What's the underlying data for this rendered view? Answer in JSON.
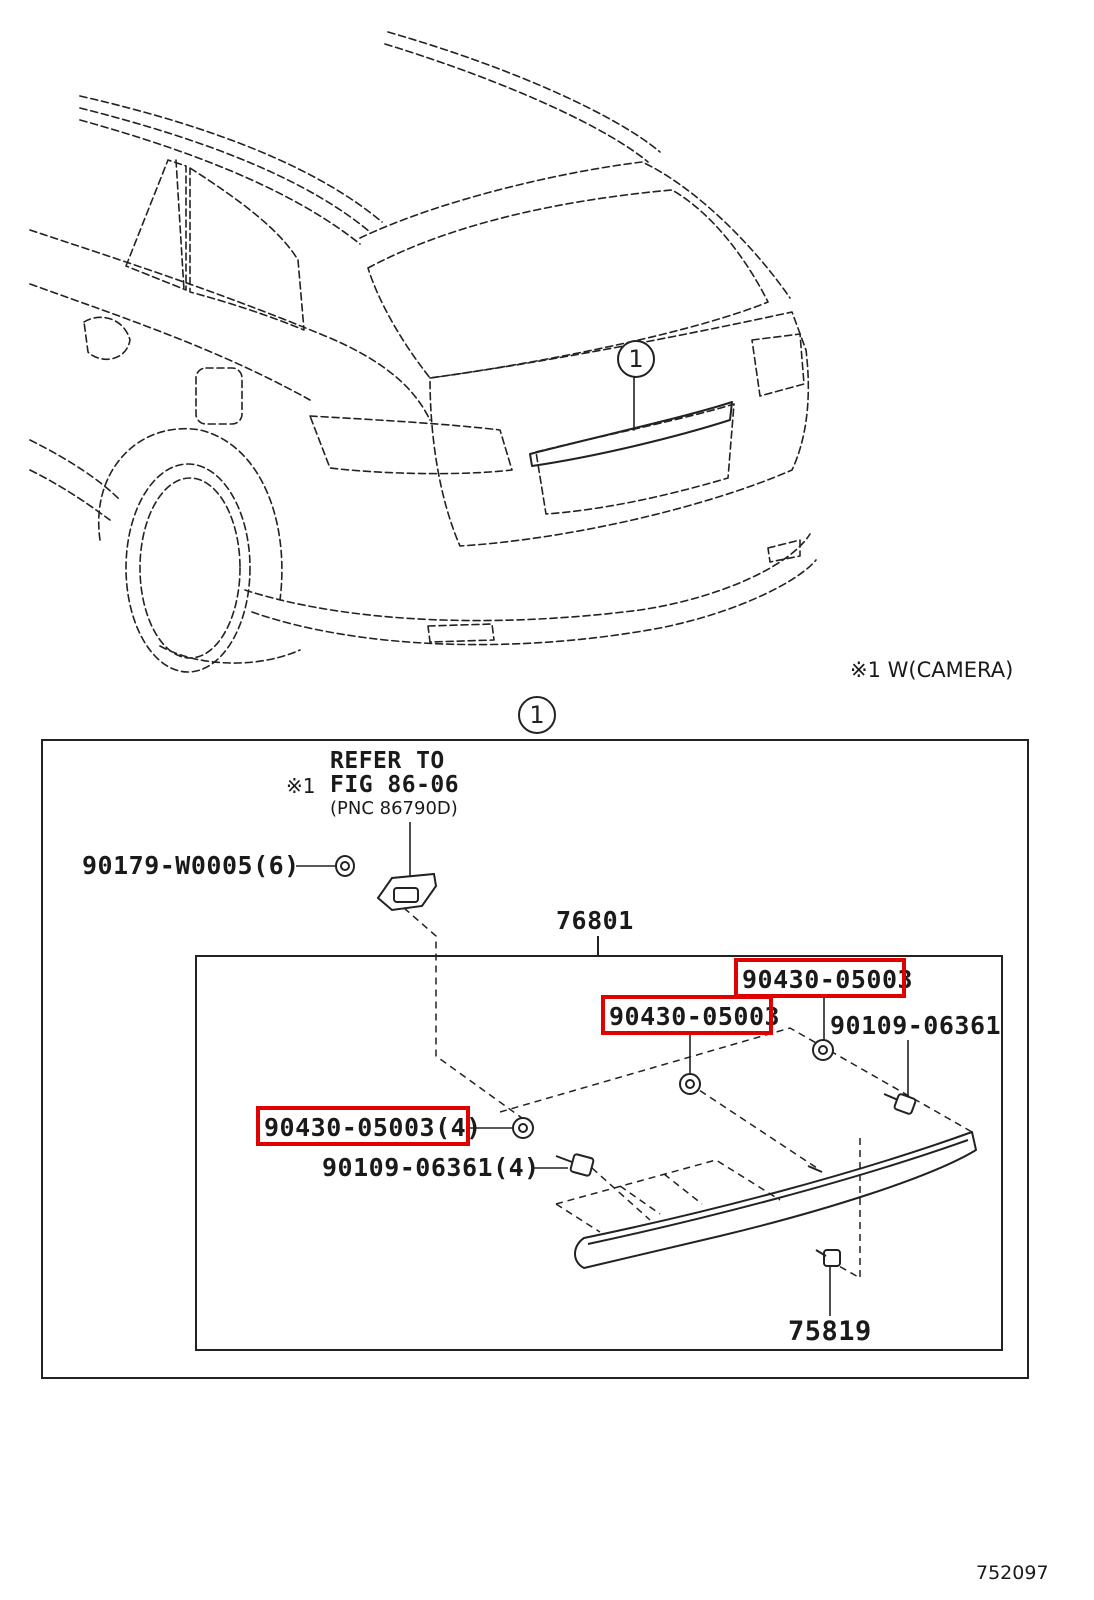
{
  "overview": {
    "callout": "1",
    "camera_note": "※1 W(CAMERA)"
  },
  "detail": {
    "callout": "1",
    "refer_to": {
      "line1": "REFER TO",
      "line2_prefix": "※1",
      "line2": "FIG 86-06",
      "line3": "(PNC 86790D)"
    },
    "parts": [
      {
        "id": "p-90179",
        "label": "90179-W0005(6)",
        "highlighted": false
      },
      {
        "id": "p-76801",
        "label": "76801",
        "highlighted": false
      },
      {
        "id": "p-90430-top",
        "label": "90430-05003",
        "highlighted": true
      },
      {
        "id": "p-90430-mid",
        "label": "90430-05003",
        "highlighted": true
      },
      {
        "id": "p-90109-right",
        "label": "90109-06361",
        "highlighted": false
      },
      {
        "id": "p-90430-left",
        "label": "90430-05003(4)",
        "highlighted": true
      },
      {
        "id": "p-90109-left",
        "label": "90109-06361(4)",
        "highlighted": false
      },
      {
        "id": "p-75819",
        "label": "75819",
        "highlighted": false
      }
    ]
  },
  "figure_number": "752097",
  "colors": {
    "line": "#222222",
    "highlight": "#e00000",
    "background": "#ffffff"
  }
}
